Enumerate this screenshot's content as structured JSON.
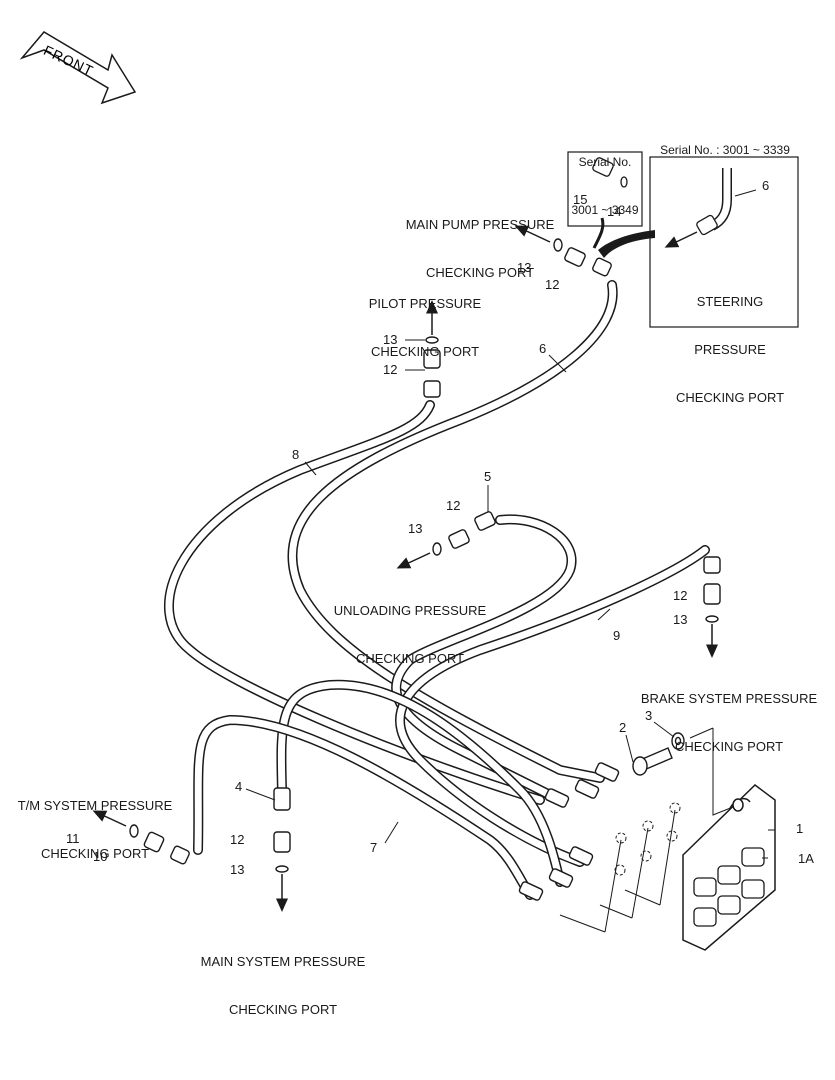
{
  "direction": {
    "front_label": "FRONT"
  },
  "inset_serial_pump": {
    "title_line1": "Serial No.",
    "title_line2": "3001 ~ 3349",
    "part_a": "15",
    "part_b": "14"
  },
  "inset_serial_steering": {
    "title": "Serial No. : 3001 ~ 3339",
    "part": "6",
    "port_line1": "STEERING",
    "port_line2": "PRESSURE",
    "port_line3": "CHECKING PORT"
  },
  "ports": {
    "main_pump": [
      "MAIN PUMP PRESSURE",
      "CHECKING PORT"
    ],
    "pilot": [
      "PILOT PRESSURE",
      "CHECKING PORT"
    ],
    "unloading": [
      "UNLOADING PRESSURE",
      "CHECKING PORT"
    ],
    "brake": [
      "BRAKE SYSTEM PRESSURE",
      "CHECKING PORT"
    ],
    "tm": [
      "T/M SYSTEM PRESSURE",
      "CHECKING PORT"
    ],
    "main_system": [
      "MAIN SYSTEM PRESSURE",
      "CHECKING PORT"
    ]
  },
  "callouts": {
    "c1": "1",
    "c1a": "1A",
    "c2": "2",
    "c3": "3",
    "c4": "4",
    "c5": "5",
    "c6": "6",
    "c7": "7",
    "c8": "8",
    "c9": "9",
    "c10": "10",
    "c11": "11",
    "c12_pump": "12",
    "c13_pump": "13",
    "c12_pilot": "12",
    "c13_pilot": "13",
    "c12_unload": "12",
    "c13_unload": "13",
    "c12_brake": "12",
    "c13_brake": "13",
    "c12_main": "12",
    "c13_main": "13"
  }
}
